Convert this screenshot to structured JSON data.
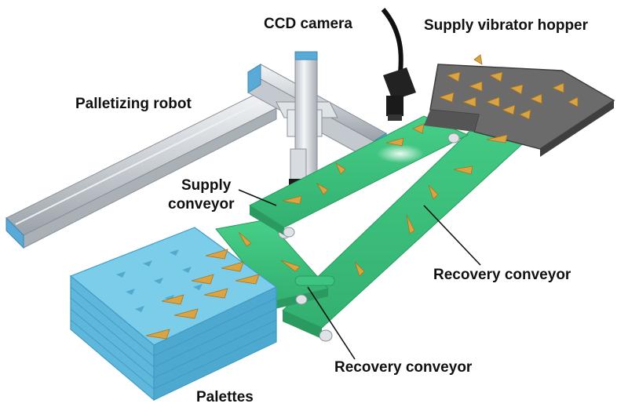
{
  "labels": {
    "ccd_camera": "CCD camera",
    "supply_vibrator_hopper": "Supply vibrator hopper",
    "palletizing_robot": "Palletizing robot",
    "supply_conveyor_line1": "Supply",
    "supply_conveyor_line2": "conveyor",
    "recovery_conveyor_upper": "Recovery conveyor",
    "recovery_conveyor_lower": "Recovery conveyor",
    "palettes": "Palettes"
  },
  "colors": {
    "conveyor_belt": "#3dc47f",
    "conveyor_belt_dark": "#2a9a60",
    "palette": "#6fc6e6",
    "palette_dark": "#3f9cc4",
    "part": "#d9a441",
    "part_dark": "#a8741f",
    "hopper": "#6b6b6b",
    "hopper_dark": "#3f3f3f",
    "rail": "#d4d8dc",
    "rail_cap": "#5aaad8",
    "camera": "#222222",
    "text": "#111111"
  }
}
